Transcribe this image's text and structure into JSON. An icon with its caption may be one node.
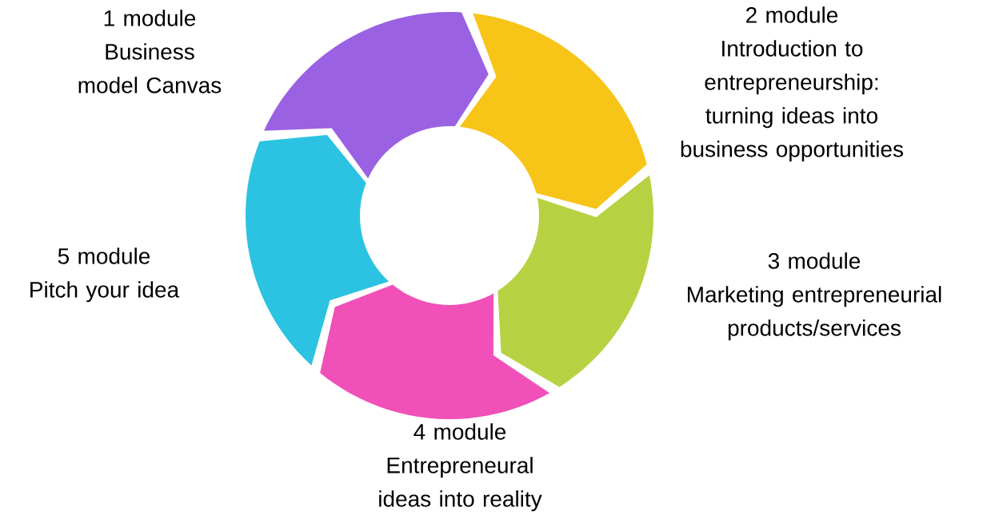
{
  "diagram": {
    "nodes": [
      {
        "text": [],
        "shape": "arrow",
        "beside": [
          "1 module",
          "Business model Canvas"
        ]
      },
      {
        "text": [],
        "shape": "arrow",
        "beside": [
          "2 module",
          "Introduction to entrepreneurship: turning ideas into business opportunities"
        ]
      },
      {
        "text": [],
        "shape": "arrow",
        "beside": [
          "3 module",
          "Marketing entrepreneurial products/services"
        ]
      },
      {
        "text": [],
        "shape": "arrow",
        "beside": [
          "4 module",
          "Entrepreneural ideas into reality"
        ]
      },
      {
        "text": [],
        "shape": "arrow",
        "beside": [
          "5 module",
          "Pitch your idea"
        ]
      }
    ]
  }
}
